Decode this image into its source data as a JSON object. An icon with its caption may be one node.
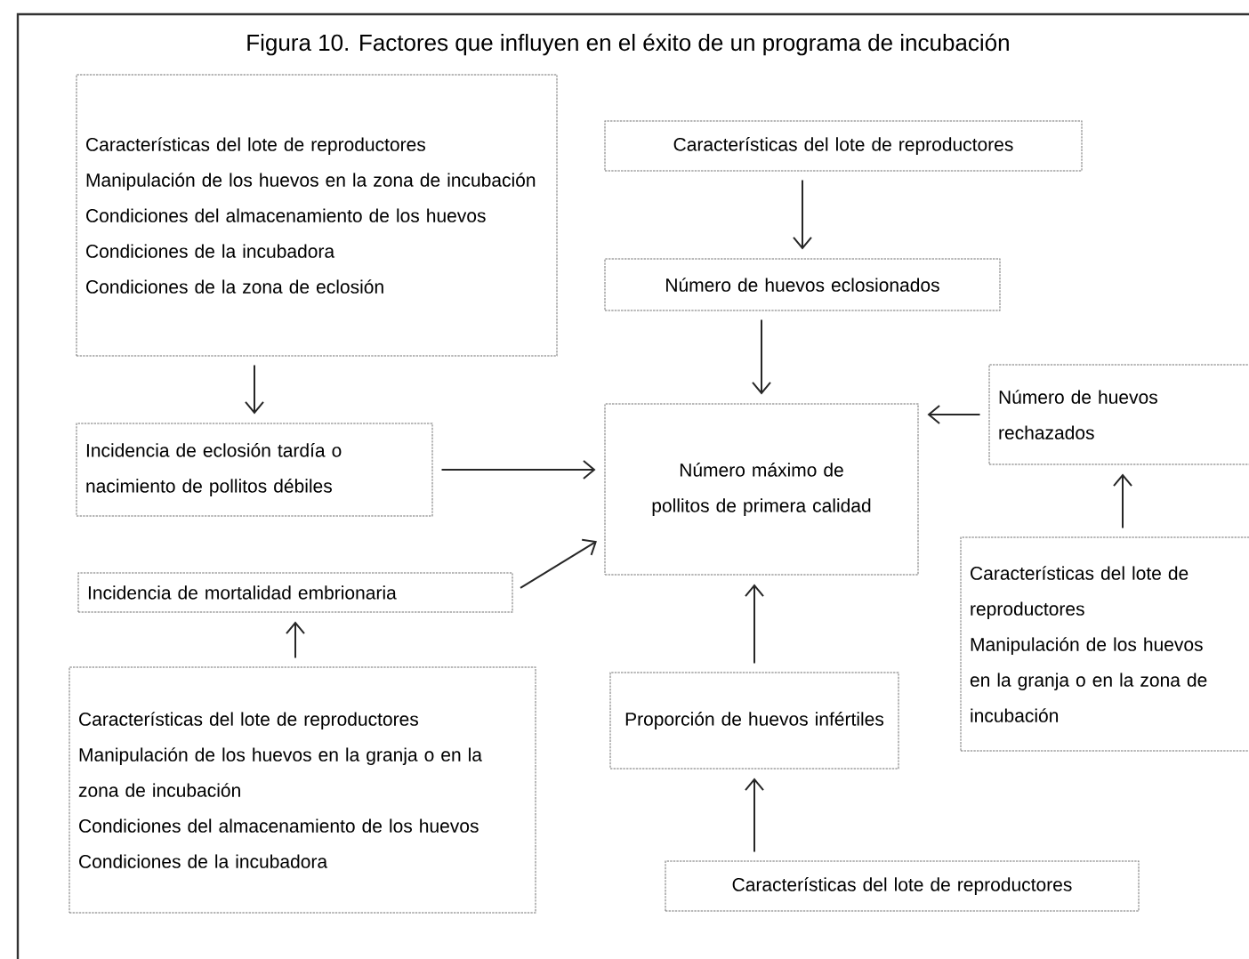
{
  "diagram": {
    "title": "Figura 10. Factores que influyen en el éxito de un programa de incubación",
    "nodes": [
      {
        "text": [
          "Características del lote de reproductores",
          "Manipulación de los huevos en la zona de incubación",
          "Condiciones del almacenamiento de los huevos",
          "Condiciones de la incubadora",
          "Condiciones de la zona de eclosión"
        ]
      },
      {
        "text": [
          "Características del lote de reproductores"
        ]
      },
      {
        "text": [
          "Número de huevos eclosionados"
        ]
      },
      {
        "text": [
          "Incidencia de eclosión tardía o nacimiento de pollitos débiles"
        ]
      },
      {
        "text": [
          "Número máximo de pollitos de primera calidad"
        ]
      },
      {
        "text": [
          "Número de huevos rechazados"
        ]
      },
      {
        "text": [
          "Incidencia de mortalidad embrionaria"
        ]
      },
      {
        "text": [
          "Características del lote de reproductores",
          "Manipulación de los huevos en la granja o en la zona de incubación"
        ]
      },
      {
        "text": [
          "Características del lote de reproductores",
          "Manipulación de los huevos en la granja o en la zona de incubación",
          "Condiciones del almacenamiento de los huevos",
          "Condiciones de la incubadora"
        ]
      },
      {
        "text": [
          "Proporción de huevos infértiles"
        ]
      },
      {
        "text": [
          "Características del lote de reproductores"
        ]
      }
    ],
    "edges": [
      {
        "from": 0,
        "to": 3,
        "arrow": "to"
      },
      {
        "from": 1,
        "to": 2,
        "arrow": "to"
      },
      {
        "from": 2,
        "to": 4,
        "arrow": "to"
      },
      {
        "from": 3,
        "to": 4,
        "arrow": "to"
      },
      {
        "from": 5,
        "to": 4,
        "arrow": "to"
      },
      {
        "from": 6,
        "to": 4,
        "arrow": "to"
      },
      {
        "from": 7,
        "to": 5,
        "arrow": "to"
      },
      {
        "from": 8,
        "to": 6,
        "arrow": "to"
      },
      {
        "from": 9,
        "to": 4,
        "arrow": "to"
      },
      {
        "from": 10,
        "to": 9,
        "arrow": "to"
      }
    ]
  }
}
